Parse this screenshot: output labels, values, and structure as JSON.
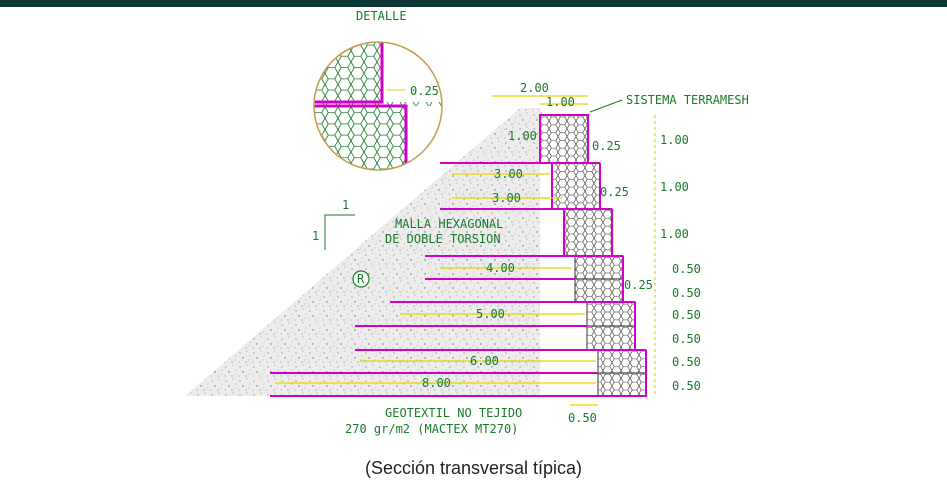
{
  "detail": {
    "title": "DETALLE",
    "dimension": "0.25"
  },
  "labels": {
    "system": "SISTEMA TERRAMESH",
    "mesh_line1": "MALLA HEXAGONAL",
    "mesh_line2": "DE DOBLE TORSION",
    "geotextile_line1": "GEOTEXTIL NO TEJIDO",
    "geotextile_line2": "270 gr/m2 (MACTEX MT270)",
    "fill_marker": "R",
    "slope_h": "1",
    "slope_v": "1"
  },
  "top_dims": {
    "total_width": "2.00",
    "unit_width": "1.00"
  },
  "offsets": {
    "first": "0.25",
    "second": "0.25",
    "third": "0.25",
    "bottom": "0.50"
  },
  "left_dim": "1.00",
  "reinforcement_lengths": [
    "3.00",
    "3.00",
    "4.00",
    "5.00",
    "6.00",
    "8.00"
  ],
  "layer_heights": [
    "1.00",
    "1.00",
    "1.00",
    "0.50",
    "0.50",
    "0.50",
    "0.50",
    "0.50",
    "0.50"
  ],
  "caption": "(Sección transversal típica)",
  "colors": {
    "mesh": "#d200c8",
    "dimension": "#e6d400",
    "text_green": "#1a7a2a",
    "header_bar": "#0d3a38"
  }
}
